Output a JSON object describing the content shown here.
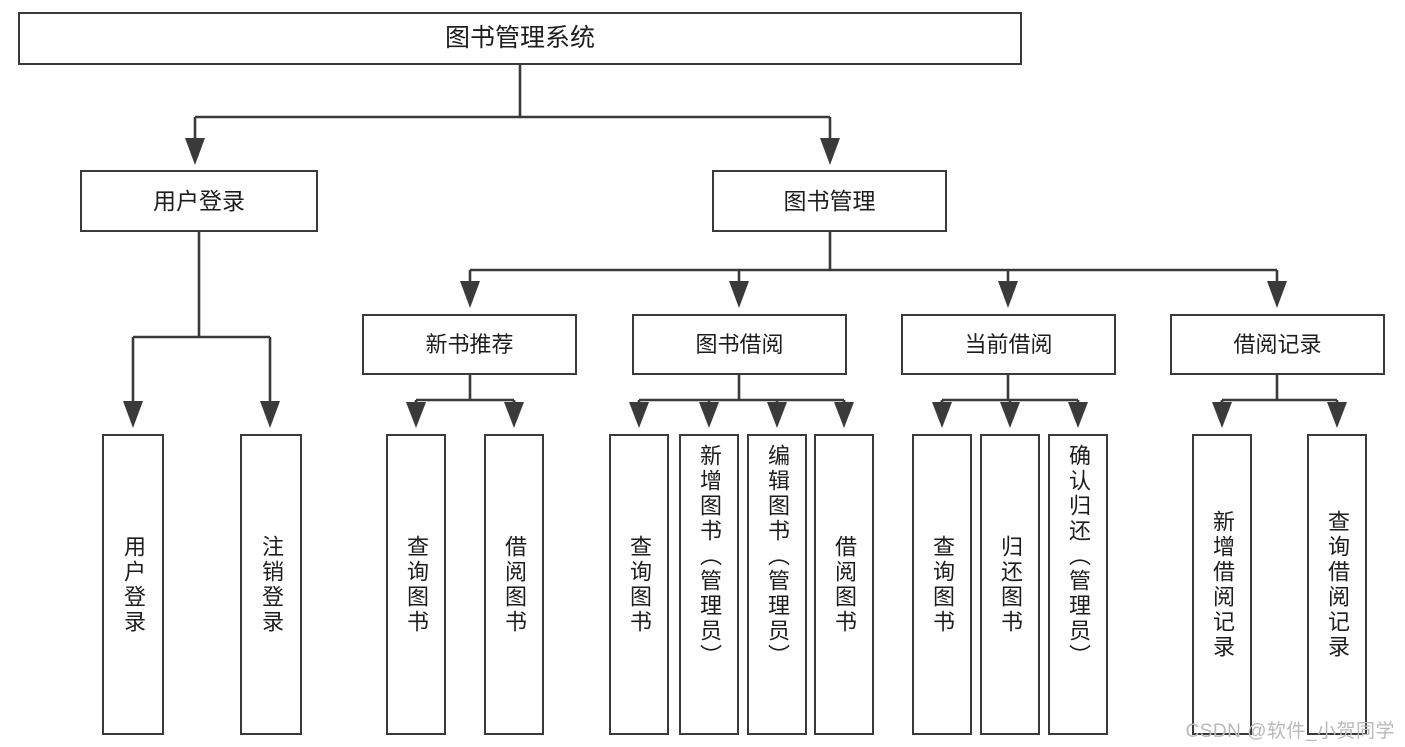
{
  "diagram": {
    "type": "tree-hierarchy",
    "title": "图书管理系统",
    "root": {
      "label": "图书管理系统"
    },
    "level2": [
      {
        "label": "用户登录"
      },
      {
        "label": "图书管理"
      }
    ],
    "level3": [
      {
        "label": "新书推荐"
      },
      {
        "label": "图书借阅"
      },
      {
        "label": "当前借阅"
      },
      {
        "label": "借阅记录"
      }
    ],
    "leaves": {
      "user_login": [
        {
          "label": "用户登录"
        },
        {
          "label": "注销登录"
        }
      ],
      "new_book_recommend": [
        {
          "label": "查询图书"
        },
        {
          "label": "借阅图书"
        }
      ],
      "book_borrow": [
        {
          "label": "查询图书"
        },
        {
          "label": "新增图书（管理员）"
        },
        {
          "label": "编辑图书（管理员）"
        },
        {
          "label": "借阅图书"
        }
      ],
      "current_borrow": [
        {
          "label": "查询图书"
        },
        {
          "label": "归还图书"
        },
        {
          "label": "确认归还（管理员）"
        }
      ],
      "borrow_record": [
        {
          "label": "新增借阅记录"
        },
        {
          "label": "查询借阅记录"
        }
      ]
    }
  },
  "watermark": {
    "text": "CSDN @软件_小贺同学"
  },
  "colors": {
    "stroke": "#3a3a3a",
    "background": "#ffffff",
    "text": "#1d1d1d",
    "watermark": "#b9b9b9"
  }
}
